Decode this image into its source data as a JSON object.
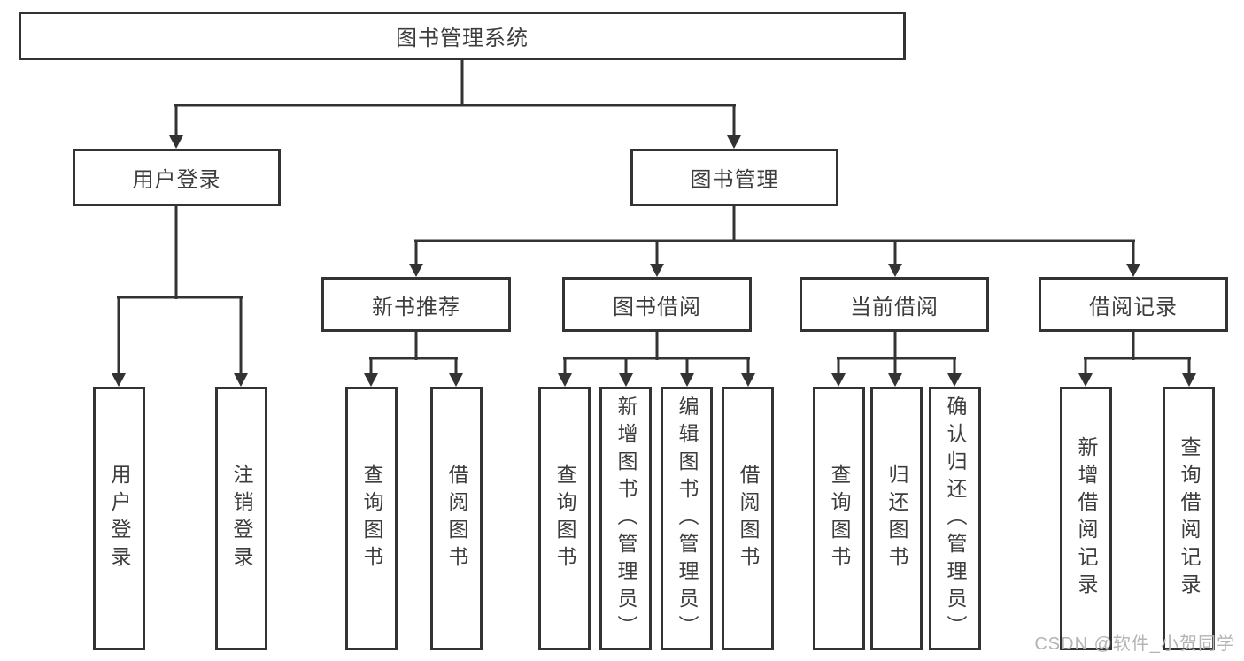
{
  "tree": {
    "root": "图书管理系统",
    "level2": [
      {
        "label": "用户登录",
        "leaves": [
          "用户登录",
          "注销登录"
        ]
      },
      {
        "label": "图书管理",
        "groups": [
          {
            "label": "新书推荐",
            "leaves": [
              "查询图书",
              "借阅图书"
            ]
          },
          {
            "label": "图书借阅",
            "leaves": [
              "查询图书",
              "新增图书（管理员）",
              "编辑图书（管理员）",
              "借阅图书"
            ]
          },
          {
            "label": "当前借阅",
            "leaves": [
              "查询图书",
              "归还图书",
              "确认归还（管理员）"
            ]
          },
          {
            "label": "借阅记录",
            "leaves": [
              "新增借阅记录",
              "查询借阅记录"
            ]
          }
        ]
      }
    ]
  },
  "watermark": "CSDN @软件_小贺同学",
  "colors": {
    "line": "#333333",
    "text": "#3d3d3d",
    "watermark": "#b4b4b4",
    "background": "#ffffff"
  }
}
